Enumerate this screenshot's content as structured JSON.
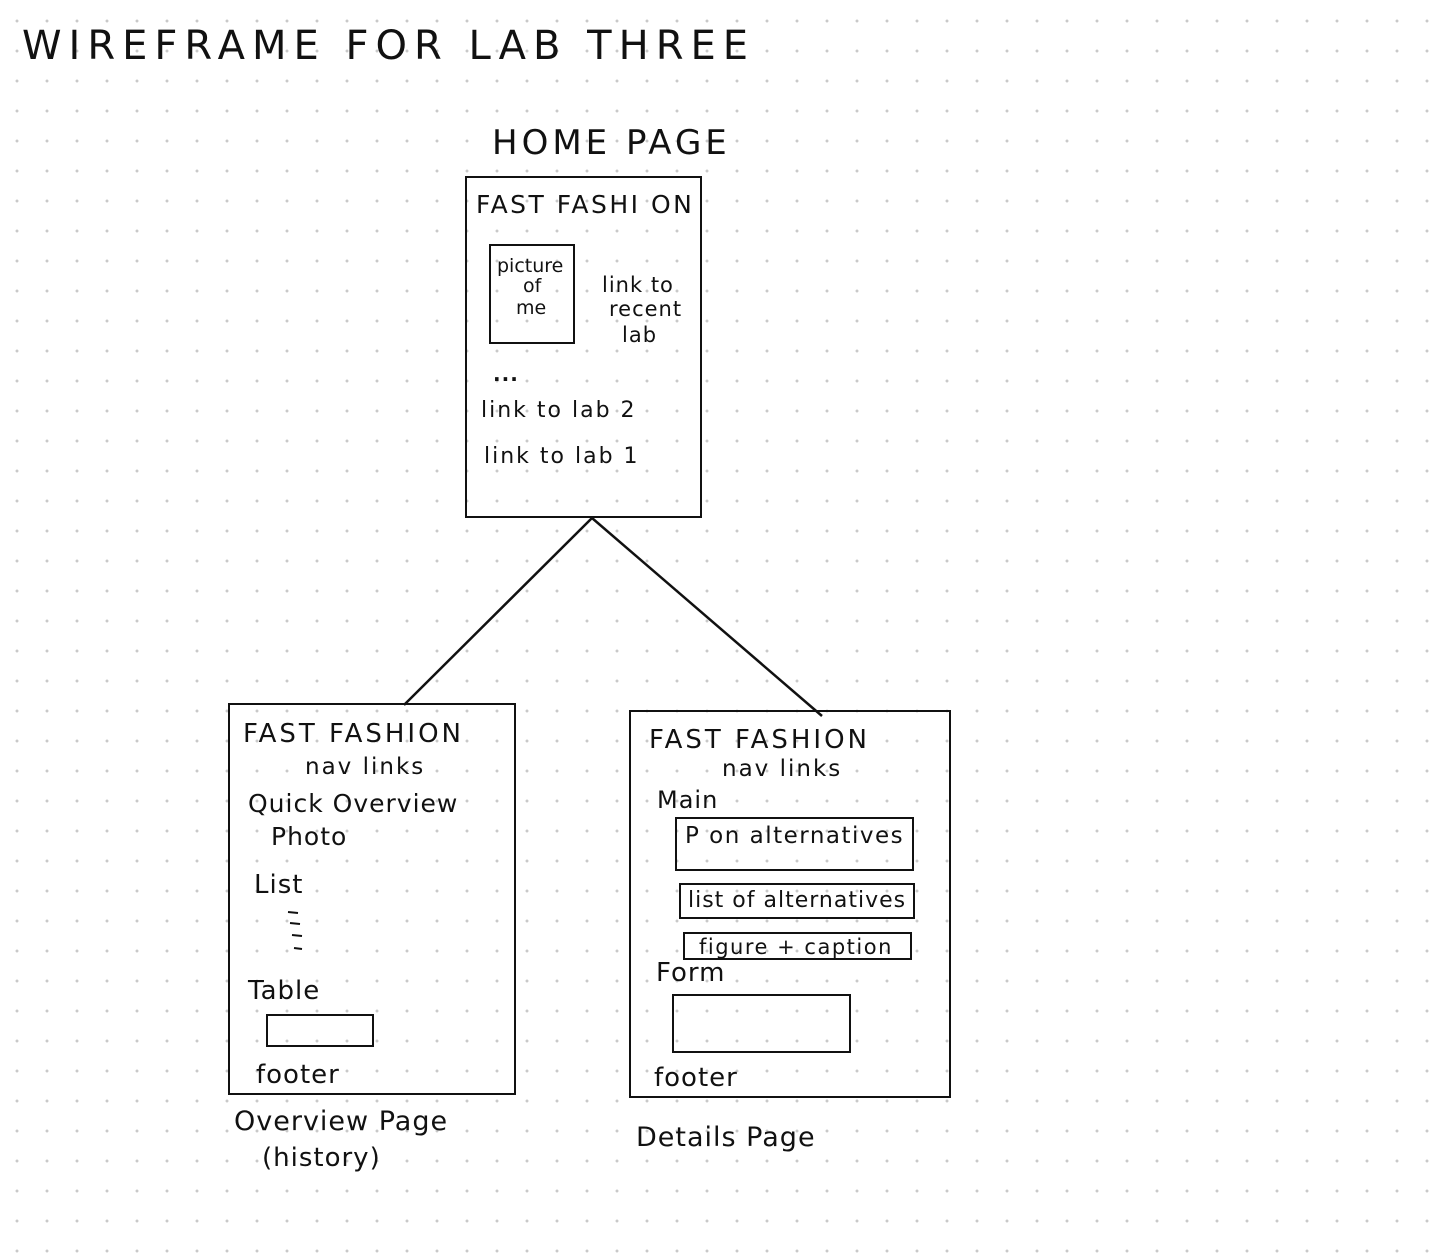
{
  "title": "WIREFRAME FOR LAB THREE",
  "home": {
    "page_label": "HOME PAGE",
    "brand": "FAST FASHI ON",
    "picture": [
      "picture",
      "of",
      "me"
    ],
    "recent_link": [
      "link to",
      "recent",
      "lab"
    ],
    "ellipsis": "...",
    "link_lab2": "link to lab 2",
    "link_lab1": "link to lab 1"
  },
  "overview": {
    "brand": "FAST FASHION",
    "nav": "nav links",
    "quick": "Quick Overview",
    "photo": "Photo",
    "list": "List",
    "table": "Table",
    "footer": "footer",
    "caption": [
      "Overview Page",
      "(history)"
    ]
  },
  "details": {
    "brand": "FAST FASHION",
    "nav": "nav links",
    "main": "Main",
    "p_alt": "P on alternatives",
    "list_alt": "list of alternatives",
    "figure": "figure + caption",
    "form": "Form",
    "footer": "footer",
    "caption": "Details Page"
  }
}
